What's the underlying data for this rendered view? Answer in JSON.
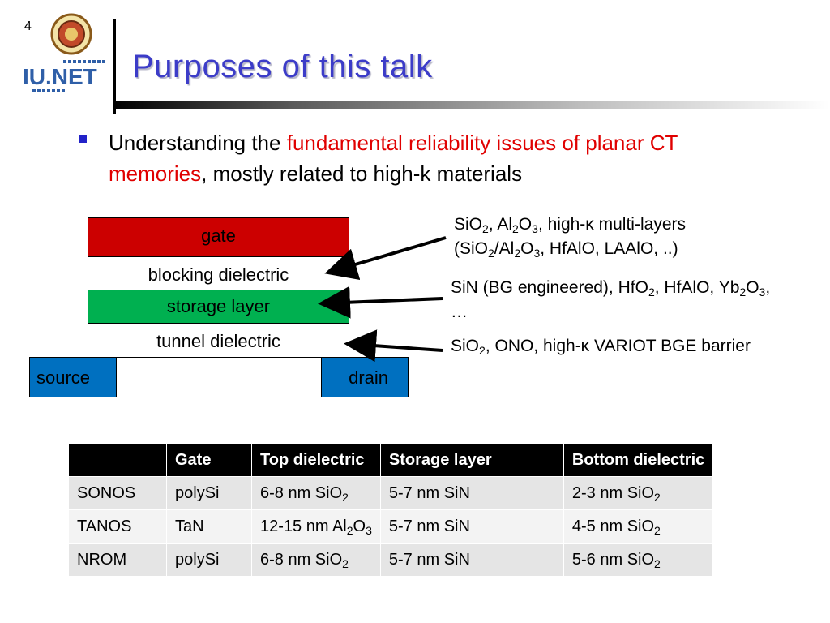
{
  "slide_number": "4",
  "logo": {
    "text": "IU.NET"
  },
  "title": "Purposes of this talk",
  "bullet": {
    "pre": "Understanding the ",
    "highlight": "fundamental reliability issues of planar CT memories",
    "post": ", mostly related to high-k materials",
    "bullet_color": "#2222c8",
    "highlight_color": "#e00000"
  },
  "stack": {
    "gate": "gate",
    "blocking": "blocking dielectric",
    "storage": "storage layer",
    "tunnel": "tunnel dielectric",
    "source": "source",
    "drain": "drain",
    "colors": {
      "gate": "#cc0000",
      "storage": "#00b050",
      "contacts": "#0070c0"
    }
  },
  "notes": {
    "blocking_line1": "SiO2, Al2O3, high-κ multi-layers",
    "blocking_line2": "(SiO2/Al2O3, HfAlO, LAAlO, ..)",
    "storage": "SiN (BG engineered), HfO2, HfAlO, Yb2O3, …",
    "tunnel": "SiO2, ONO, high-κ VARIOT BGE barrier"
  },
  "table": {
    "headers": [
      "",
      "Gate",
      "Top dielectric",
      "Storage layer",
      "Bottom dielectric"
    ],
    "rows": [
      [
        "SONOS",
        "polySi",
        "6-8 nm SiO2",
        "5-7 nm SiN",
        "2-3 nm SiO2"
      ],
      [
        "TANOS",
        "TaN",
        "12-15 nm Al2O3",
        "5-7 nm SiN",
        "4-5 nm SiO2"
      ],
      [
        "NROM",
        "polySi",
        "6-8 nm SiO2",
        "5-7 nm SiN",
        "5-6 nm SiO2"
      ]
    ]
  }
}
